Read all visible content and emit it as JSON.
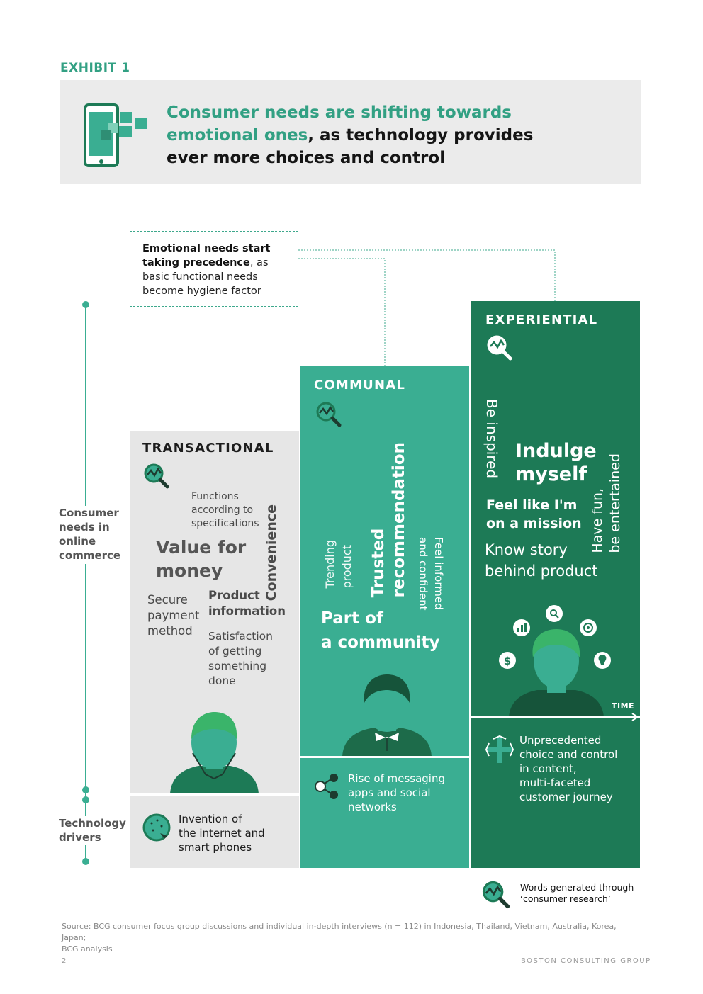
{
  "header": {
    "exhibit_label": "EXHIBIT 1",
    "title_highlight_1": "Consumer needs are shifting towards",
    "title_highlight_2": "emotional ones",
    "title_rest_1": ", as technology provides",
    "title_rest_2": "ever more choices and control"
  },
  "callout": {
    "bold_1": "Emotional needs start",
    "bold_2": "taking precedence",
    "rest_1": ", as",
    "rest_2": "basic functional needs",
    "rest_3": "become hygiene factor"
  },
  "axis": {
    "needs_label": [
      "Consumer",
      "needs in",
      "online",
      "commerce"
    ],
    "drivers_label": [
      "Technology",
      "drivers"
    ],
    "time_label": "TIME"
  },
  "columns": {
    "transactional": {
      "title": "TRANSACTIONAL",
      "functions": [
        "Functions",
        "according to",
        "specifications"
      ],
      "value": [
        "Value for",
        "money"
      ],
      "convenience": "Convenience",
      "secure": [
        "Secure",
        "payment",
        "method"
      ],
      "product_info": [
        "Product",
        "information"
      ],
      "satisfaction": [
        "Satisfaction",
        "of getting",
        "something",
        "done"
      ],
      "driver": [
        "Invention of",
        "the internet and",
        "smart phones"
      ]
    },
    "communal": {
      "title": "COMMUNAL",
      "trending": [
        "Trending",
        "product"
      ],
      "trusted": [
        "Trusted",
        "recommendation"
      ],
      "feel_informed": [
        "Feel informed",
        "and confident"
      ],
      "community": [
        "Part of",
        "a community"
      ],
      "driver": [
        "Rise of messaging",
        "apps and social",
        "networks"
      ]
    },
    "experiential": {
      "title": "EXPERIENTIAL",
      "inspired": "Be inspired",
      "indulge": [
        "Indulge",
        "myself"
      ],
      "have_fun": [
        "Have fun,",
        "be entertained"
      ],
      "mission": [
        "Feel like I'm",
        "on a mission"
      ],
      "story": [
        "Know story",
        "behind product"
      ],
      "driver": [
        "Unprecedented",
        "choice and control",
        "in content,",
        "multi-faceted",
        "customer journey"
      ]
    }
  },
  "legend": {
    "text_1": "Words generated through",
    "text_2": "‘consumer research’"
  },
  "footer": {
    "source_1": "Source: BCG consumer focus group discussions and individual in-depth interviews (n = 112) in Indonesia, Thailand, Vietnam, Australia, Korea, Japan;",
    "source_2": "BCG analysis",
    "page_number": "2",
    "brand": "BOSTON CONSULTING GROUP"
  },
  "colors": {
    "accent": "#32a083",
    "communal": "#3aae92",
    "experiential": "#1d7a56",
    "transactional": "#e6e6e6"
  }
}
